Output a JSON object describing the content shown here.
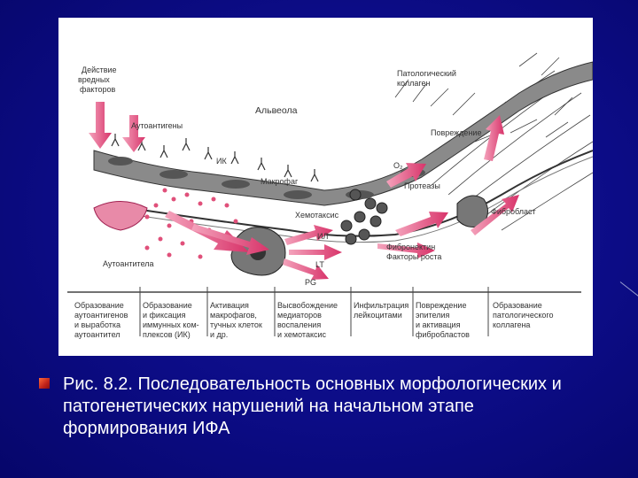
{
  "slide": {
    "caption": "Рис. 8.2. Последовательность основных морфологических и патогенетических нарушений на начальном этапе формирования ИФА"
  },
  "figure": {
    "labels": {
      "injury_factors": [
        "Действие",
        "вредных",
        "факторов"
      ],
      "autoantigens": "Аутоантигены",
      "ik": "ИК",
      "alveola": "Альвеола",
      "pathologic_collagen": [
        "Патологический",
        "коллаген"
      ],
      "damage": "Повреждение",
      "o2": "O₂",
      "proteases": "Протеазы",
      "macrophage": "Макрофаг",
      "chemotaxis": "Хемотаксис",
      "fibroblast": "Фибробласт",
      "il": "ИЛ",
      "fibronectin": [
        "Фибронектин",
        "Факторы роста"
      ],
      "lt": "LT",
      "pg": "PG",
      "autoantibodies": "Аутоантитела"
    },
    "stages": [
      [
        "Образование",
        "аутоантигенов",
        "и выработка",
        "аутоантител"
      ],
      [
        "Образование",
        "и фиксация",
        "иммунных ком-",
        "плексов (ИК)"
      ],
      [
        "Активация",
        "макрофагов,",
        "тучных клеток",
        "и др."
      ],
      [
        "Высвобождение",
        "медиаторов",
        "воспаления",
        "и хемотаксис"
      ],
      [
        "Инфильтрация",
        "лейкоцитами"
      ],
      [
        "Повреждение",
        "эпителия",
        "и активация",
        "фибробластов"
      ],
      [
        "Образование",
        "патологического",
        "коллагена"
      ]
    ]
  },
  "colors": {
    "background": "#0c0c86",
    "arrow": "#e0507a",
    "caption_text": "#ffffff",
    "bullet": "#c0221a"
  }
}
